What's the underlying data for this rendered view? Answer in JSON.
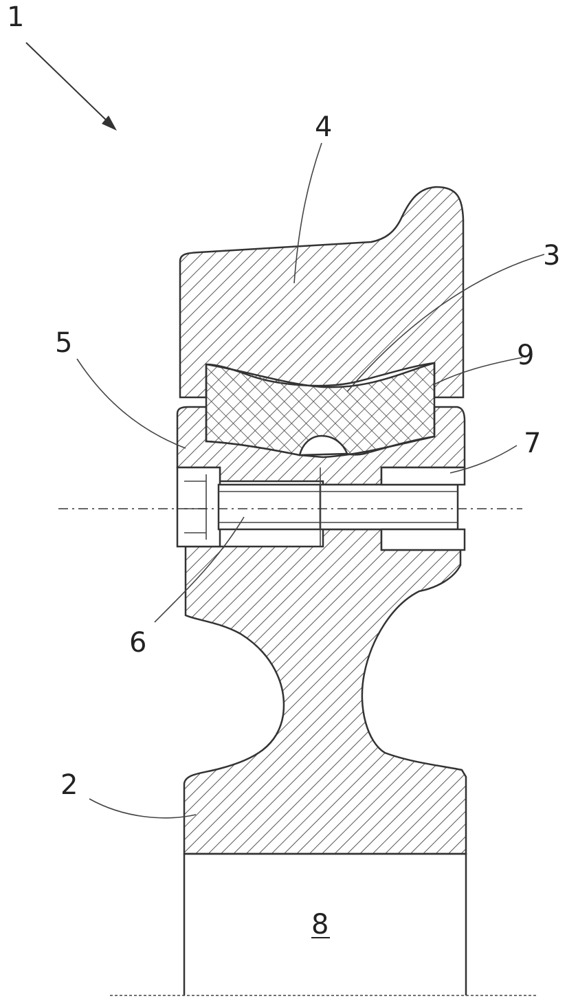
{
  "figure": {
    "assembly_number": "1",
    "labels": [
      {
        "id": "rail-foot",
        "text": "2"
      },
      {
        "id": "insert",
        "text": "3"
      },
      {
        "id": "rail-head",
        "text": "4"
      },
      {
        "id": "clamp-piece",
        "text": "5"
      },
      {
        "id": "bolt",
        "text": "6"
      },
      {
        "id": "bore",
        "text": "7"
      },
      {
        "id": "support",
        "text": "8"
      },
      {
        "id": "cavity",
        "text": "9"
      }
    ]
  },
  "colors": {
    "line": "#333333",
    "hatch": "#555555",
    "background": "#ffffff"
  }
}
